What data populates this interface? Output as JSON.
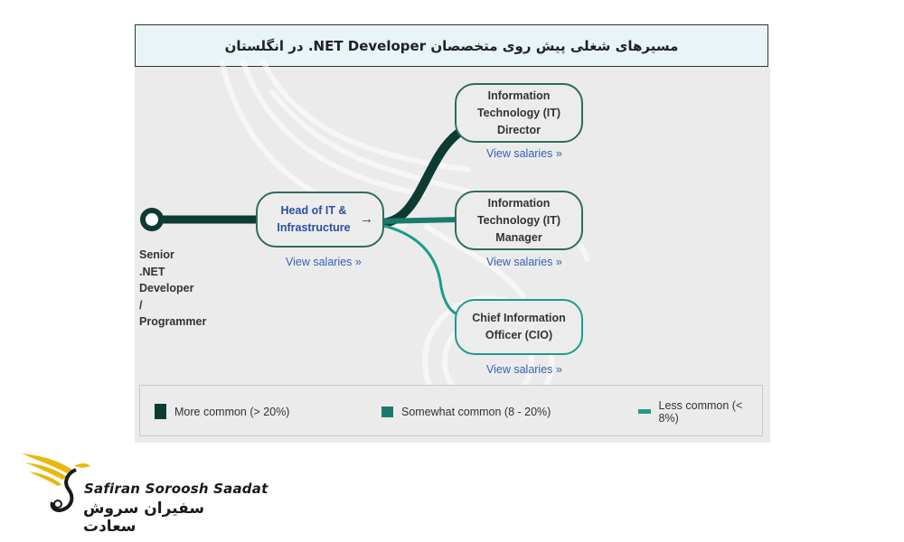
{
  "title": "مسیرهای شغلی پیش روی متخصصان NET Developer. در انگلستان",
  "start": {
    "label_lines": [
      "Senior",
      ".NET",
      "Developer",
      "/",
      "Programmer"
    ]
  },
  "nodes": {
    "head": {
      "label_lines": [
        "Head of IT &",
        "Infrastructure"
      ],
      "arrow": "→",
      "link": "View salaries »"
    },
    "director": {
      "label_lines": [
        "Information",
        "Technology (IT)",
        "Director"
      ],
      "link": "View salaries »"
    },
    "manager": {
      "label_lines": [
        "Information",
        "Technology (IT)",
        "Manager"
      ],
      "link": "View salaries »"
    },
    "cio": {
      "label_lines": [
        "Chief Information",
        "Officer (CIO)"
      ],
      "link": "View salaries »"
    }
  },
  "edges": [
    {
      "from": "start",
      "to": "head",
      "level": "more"
    },
    {
      "from": "head",
      "to": "director",
      "level": "more"
    },
    {
      "from": "head",
      "to": "manager",
      "level": "somewhat"
    },
    {
      "from": "head",
      "to": "cio",
      "level": "less"
    }
  ],
  "legend": [
    {
      "key": "more",
      "label": "More common (> 20%)",
      "color": "#0d3b32"
    },
    {
      "key": "somewhat",
      "label": "Somewhat common (8 - 20%)",
      "color": "#1c7a6c"
    },
    {
      "key": "less",
      "label": "Less common (< 8%)",
      "color": "#1c9c8c"
    }
  ],
  "colors": {
    "more": "#0d3b32",
    "somewhat": "#1c7a6c",
    "less": "#1c9c8c",
    "link": "#3563b4"
  },
  "brand": {
    "name_en": "Safiran Soroosh Saadat",
    "name_fa": "سفیران سروش سعادت",
    "logo_icon": "golden-wing-bird-logo"
  }
}
